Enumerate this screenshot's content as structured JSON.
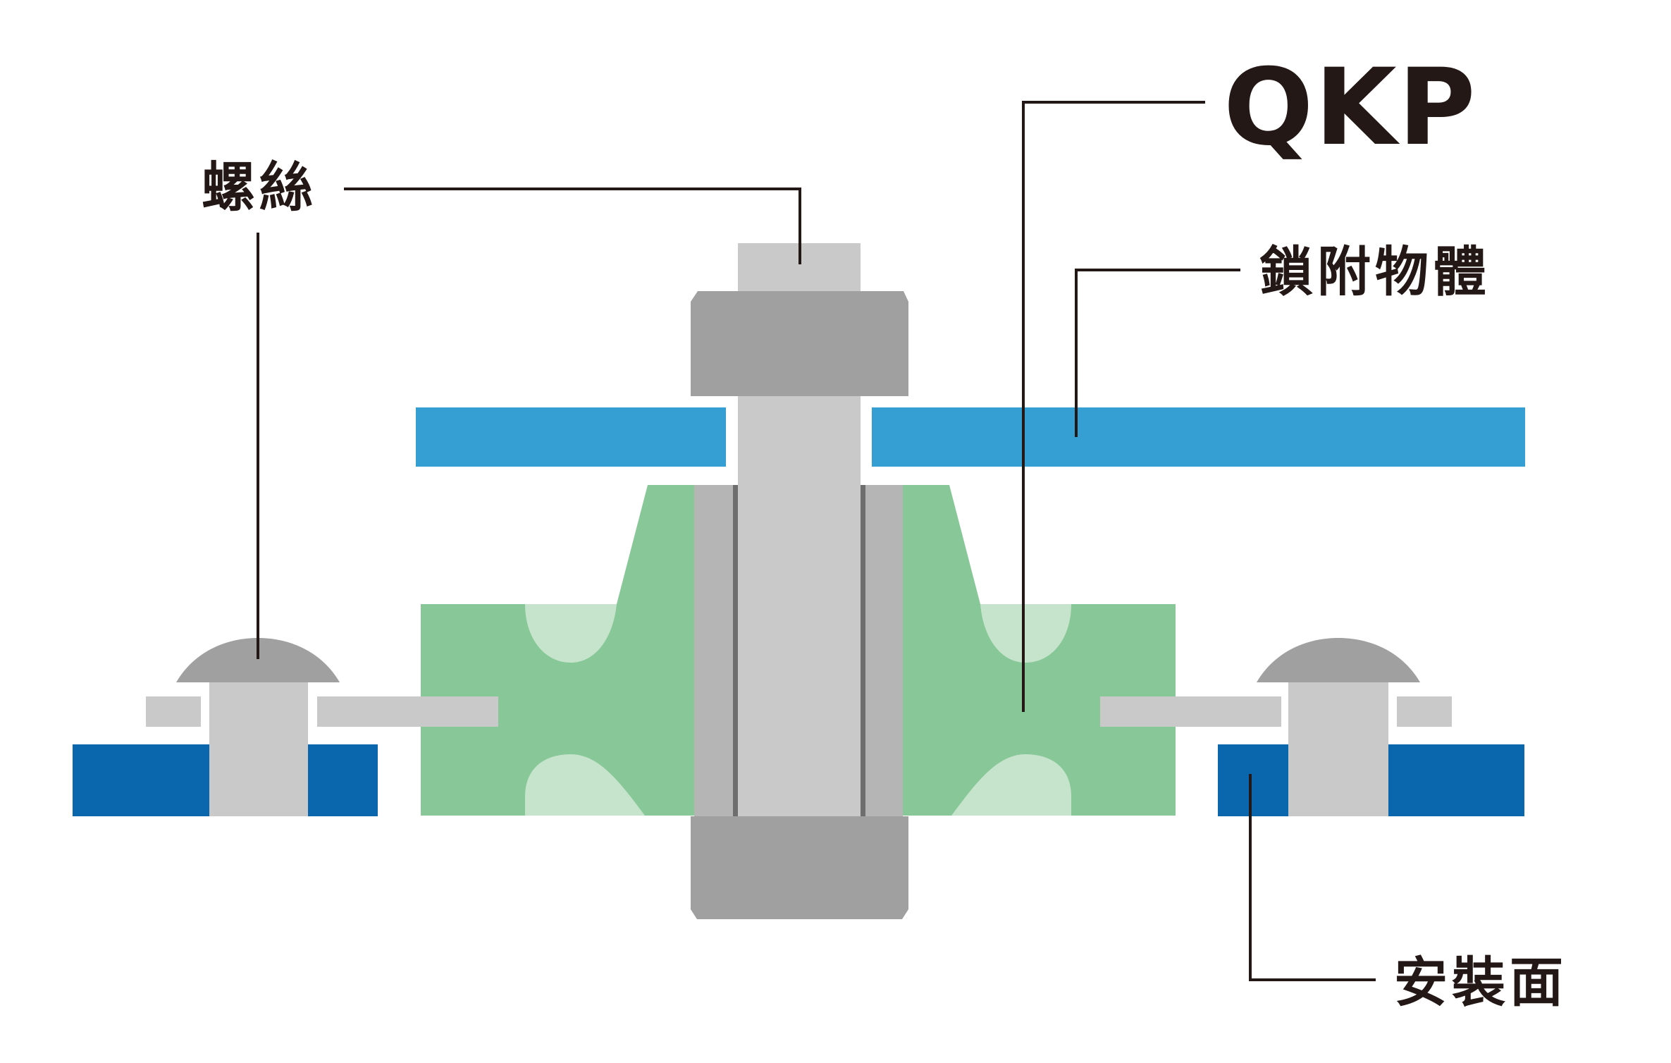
{
  "labels": {
    "screw": "螺絲",
    "brand": "QKP",
    "attached_object": "鎖附物體",
    "mounting_surface": "安裝面"
  },
  "colors": {
    "attached_plate": "#359ed3",
    "mounting_plate": "#0a67ad",
    "green_body": "#88c797",
    "green_highlight": "#c6e4cc",
    "bolt_light": "#c9c9c9",
    "bolt_dark": "#a0a0a0",
    "sleeve": "#b5b5b5",
    "sleeve_line": "#6e6e6e",
    "text_and_lines": "#231815",
    "background": "#ffffff"
  }
}
